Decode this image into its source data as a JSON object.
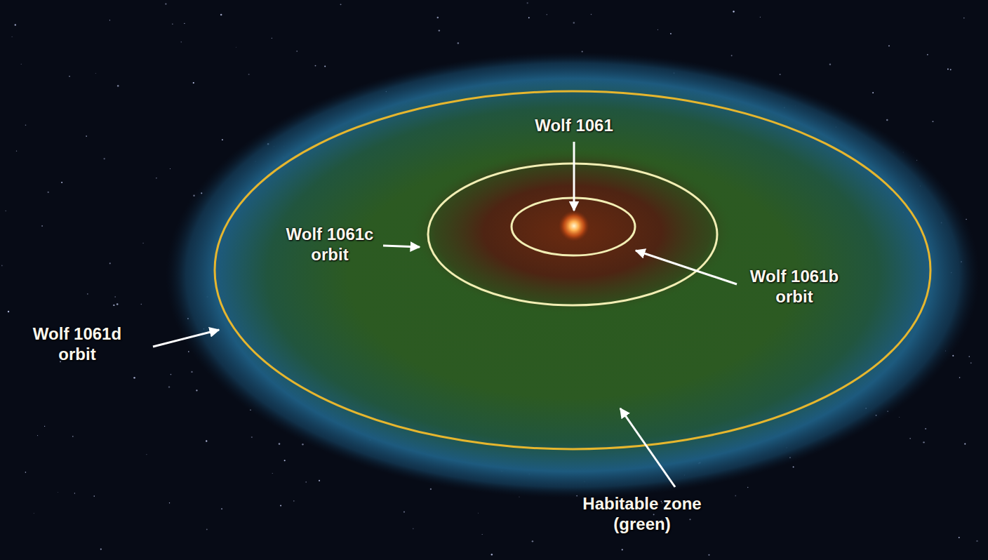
{
  "diagram": {
    "labels": [
      "Wolf 1061",
      "Wolf 1061c orbit",
      "Wolf 1061b orbit",
      "Wolf 1061d orbit",
      "Habitable zone (green)"
    ]
  }
}
